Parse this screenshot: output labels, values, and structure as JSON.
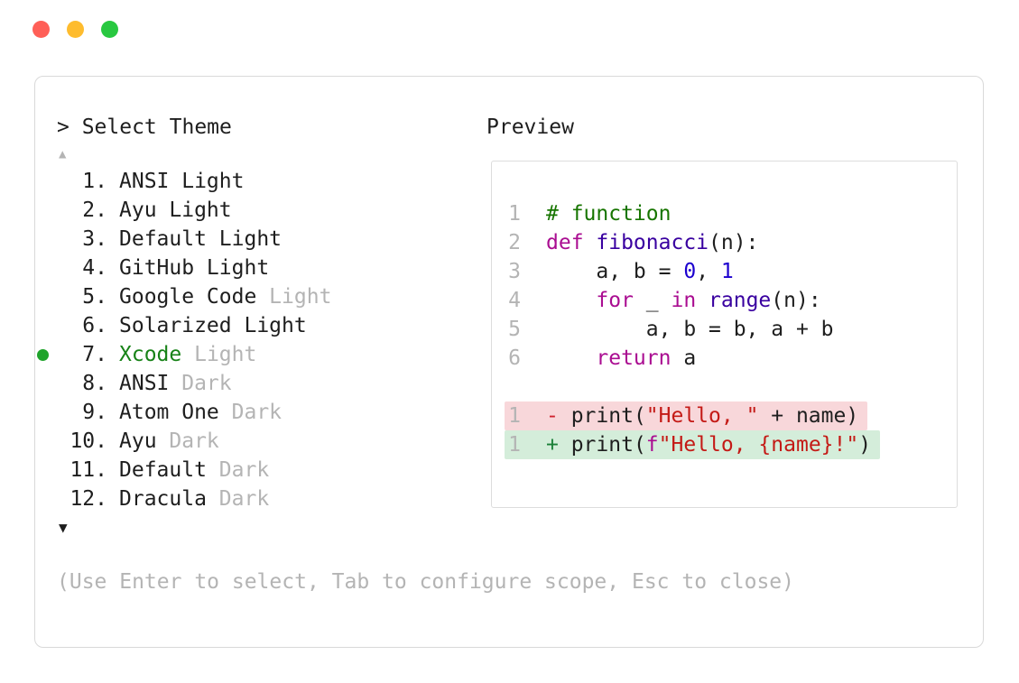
{
  "window": {
    "controls": [
      {
        "name": "close",
        "color": "#ff5f57"
      },
      {
        "name": "minimize",
        "color": "#febc2e"
      },
      {
        "name": "zoom",
        "color": "#28c840"
      }
    ]
  },
  "selector": {
    "title": "> Select Theme",
    "scroll_up": "▲",
    "scroll_down": "▼",
    "items": [
      {
        "number": "1.",
        "name": "ANSI Light",
        "suffix": "",
        "selected": false
      },
      {
        "number": "2.",
        "name": "Ayu Light",
        "suffix": "",
        "selected": false
      },
      {
        "number": "3.",
        "name": "Default Light",
        "suffix": "",
        "selected": false
      },
      {
        "number": "4.",
        "name": "GitHub Light",
        "suffix": "",
        "selected": false
      },
      {
        "number": "5.",
        "name": "Google Code",
        "suffix": "Light",
        "selected": false
      },
      {
        "number": "6.",
        "name": "Solarized Light",
        "suffix": "",
        "selected": false
      },
      {
        "number": "7.",
        "name": "Xcode",
        "suffix": "Light",
        "selected": true
      },
      {
        "number": "8.",
        "name": "ANSI",
        "suffix": "Dark",
        "selected": false
      },
      {
        "number": "9.",
        "name": "Atom One",
        "suffix": "Dark",
        "selected": false
      },
      {
        "number": "10.",
        "name": "Ayu",
        "suffix": "Dark",
        "selected": false
      },
      {
        "number": "11.",
        "name": "Default",
        "suffix": "Dark",
        "selected": false
      },
      {
        "number": "12.",
        "name": "Dracula",
        "suffix": "Dark",
        "selected": false
      }
    ],
    "help_text": "(Use Enter to select, Tab to configure scope, Esc to close)"
  },
  "preview": {
    "label": "Preview",
    "code_lines": [
      {
        "num": "1",
        "tokens": [
          {
            "t": "# function",
            "c": "comment"
          }
        ]
      },
      {
        "num": "2",
        "tokens": [
          {
            "t": "def ",
            "c": "keyword"
          },
          {
            "t": "fibonacci",
            "c": "function"
          },
          {
            "t": "(n):",
            "c": "plain"
          }
        ]
      },
      {
        "num": "3",
        "tokens": [
          {
            "t": "    a, b = ",
            "c": "plain"
          },
          {
            "t": "0",
            "c": "number"
          },
          {
            "t": ", ",
            "c": "plain"
          },
          {
            "t": "1",
            "c": "number"
          }
        ]
      },
      {
        "num": "4",
        "tokens": [
          {
            "t": "    ",
            "c": "plain"
          },
          {
            "t": "for",
            "c": "keyword"
          },
          {
            "t": " _ ",
            "c": "plain"
          },
          {
            "t": "in",
            "c": "keyword"
          },
          {
            "t": " ",
            "c": "plain"
          },
          {
            "t": "range",
            "c": "function"
          },
          {
            "t": "(n):",
            "c": "plain"
          }
        ]
      },
      {
        "num": "5",
        "tokens": [
          {
            "t": "        a, b = b, a + b",
            "c": "plain"
          }
        ]
      },
      {
        "num": "6",
        "tokens": [
          {
            "t": "    ",
            "c": "plain"
          },
          {
            "t": "return",
            "c": "keyword"
          },
          {
            "t": " a",
            "c": "plain"
          }
        ]
      }
    ],
    "diff_lines": [
      {
        "num": "1",
        "sign": "-",
        "kind": "removed",
        "tokens": [
          {
            "t": "print(",
            "c": "plain"
          },
          {
            "t": "\"Hello, \"",
            "c": "string"
          },
          {
            "t": " + name)",
            "c": "plain"
          }
        ]
      },
      {
        "num": "1",
        "sign": "+",
        "kind": "added",
        "tokens": [
          {
            "t": "print(",
            "c": "plain"
          },
          {
            "t": "f",
            "c": "keyword"
          },
          {
            "t": "\"Hello, {name}!\"",
            "c": "string"
          },
          {
            "t": ")",
            "c": "plain"
          }
        ]
      }
    ]
  },
  "colors": {
    "comment": "#177500",
    "keyword": "#aa0d91",
    "function": "#3900a0",
    "number": "#1c00cf",
    "string": "#c41a16",
    "plain": "#1e1e1e",
    "dim": "#b4b4b4",
    "line_number": "#b4b4b4",
    "selected_dot": "#1fa32b",
    "selected_name": "#178217",
    "removed_bg": "#f8d7da",
    "added_bg": "#d4edda",
    "removed_sign": "#cf222e",
    "added_sign": "#1a7f37"
  }
}
